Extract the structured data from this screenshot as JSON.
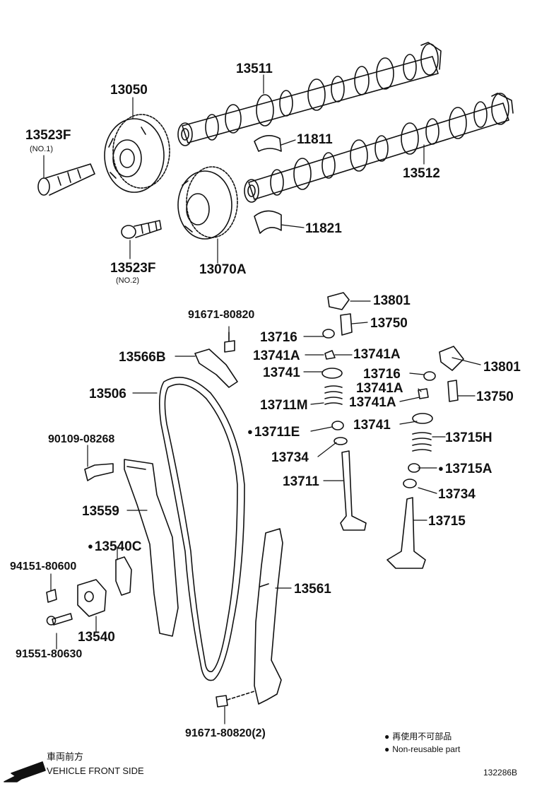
{
  "labels": {
    "p13511": "13511",
    "p13050": "13050",
    "p13523f_1": "13523F",
    "p13523f_1_note": "(NO.1)",
    "p11811": "11811",
    "p13512": "13512",
    "p11821": "11821",
    "p13523f_2": "13523F",
    "p13523f_2_note": "(NO.2)",
    "p13070a": "13070A",
    "p13801_a": "13801",
    "p91671_top": "91671-80820",
    "p13750_a": "13750",
    "p13716_a": "13716",
    "p13566b": "13566B",
    "p13741a_1": "13741A",
    "p13741a_2": "13741A",
    "p13801_b": "13801",
    "p13741_a": "13741",
    "p13716_b": "13716",
    "p13506": "13506",
    "p13741a_3": "13741A",
    "p13711m": "13711M",
    "p13741a_4": "13741A",
    "p13750_b": "13750",
    "p13711e": "13711E",
    "p13741_b": "13741",
    "p90109": "90109-08268",
    "p13715h": "13715H",
    "p13734_a": "13734",
    "p13715a": "13715A",
    "p13711": "13711",
    "p13734_b": "13734",
    "p13559": "13559",
    "p13715": "13715",
    "p13540c": "13540C",
    "p94151": "94151-80600",
    "p13561": "13561",
    "p13540": "13540",
    "p91551": "91551-80630",
    "p91671_bottom": "91671-80820(2)"
  },
  "legend": {
    "line_jp": "再使用不可部品",
    "line_en": "Non-reusable part"
  },
  "front": {
    "jp": "車両前方",
    "en": "VEHICLE FRONT SIDE"
  },
  "figure_id": "132286B"
}
